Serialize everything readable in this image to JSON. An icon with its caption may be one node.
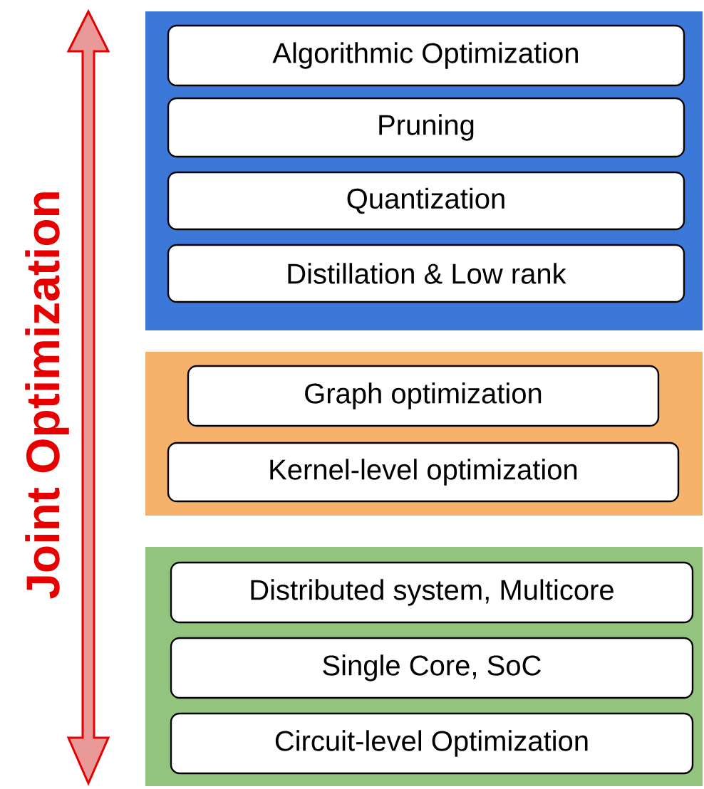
{
  "diagram": {
    "nodes": [
      {
        "text": [],
        "shape": "box"
      },
      {
        "text": [
          "Algorithmic Optimization"
        ],
        "in": 0
      },
      {
        "text": [
          "Pruning"
        ],
        "in": 0
      },
      {
        "text": [
          "Quantization"
        ],
        "in": 0
      },
      {
        "text": [
          "Distillation & Low rank"
        ],
        "in": 0
      },
      {
        "text": [],
        "shape": "box"
      },
      {
        "text": [
          "Graph optimization"
        ],
        "in": 5
      },
      {
        "text": [
          "Kernel-level optimization"
        ],
        "in": 5
      },
      {
        "text": [],
        "shape": "box"
      },
      {
        "text": [
          "Distributed system, Multicore"
        ],
        "in": 8
      },
      {
        "text": [
          "Single Core, SoC"
        ],
        "in": 8
      },
      {
        "text": [
          "Circuit-level Optimization"
        ],
        "in": 8
      }
    ],
    "labels": [
      "Joint Optimization"
    ]
  }
}
